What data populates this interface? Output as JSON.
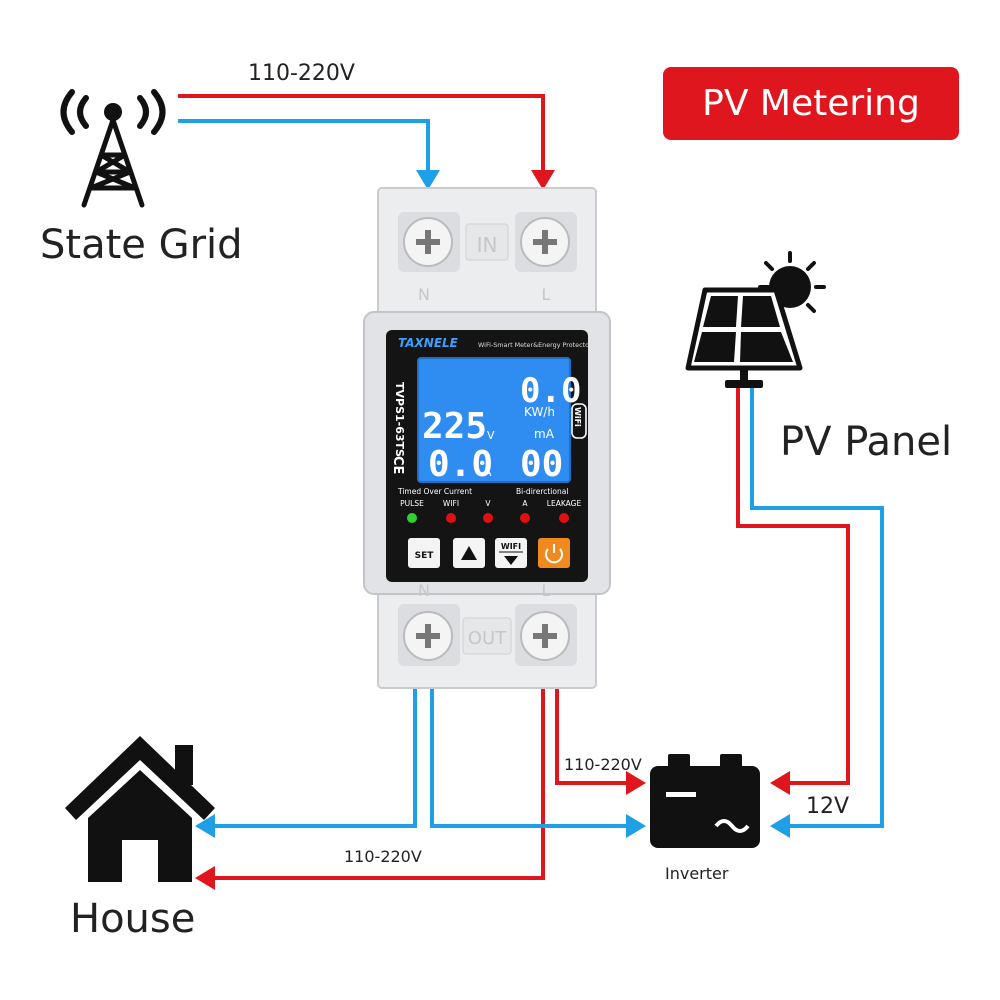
{
  "title_badge": "PV Metering",
  "labels": {
    "state_grid": "State Grid",
    "pv_panel": "PV Panel",
    "house": "House",
    "inverter": "Inverter",
    "voltage_top": "110-220V",
    "voltage_bottom": "110-220V",
    "voltage_inverter": "110-220V",
    "dc_voltage": "12V"
  },
  "device": {
    "brand": "TAXNELE",
    "subtitle": "WiFi-Smart Meter&Energy Protector",
    "model": "TVPS1-63TS",
    "ce_mark": "CE",
    "wifi_badge": "WiFi",
    "terminal_in": "IN",
    "terminal_out": "OUT",
    "terminal_n_top": "N",
    "terminal_l_top": "L",
    "terminal_n_bottom": "N",
    "terminal_l_bottom": "L",
    "lcd": {
      "energy_value": "0.0",
      "energy_unit": "KW/h",
      "voltage_value": "225",
      "voltage_unit": "V",
      "leak_unit": "mA",
      "current_value": "0.0",
      "current_unit": "A",
      "leak_value": "00"
    },
    "indicator_headings": {
      "left": "Timed Over Current",
      "right": "Bi-direrctional"
    },
    "indicators": [
      "PULSE",
      "WIFI",
      "V",
      "A",
      "LEAKAGE"
    ],
    "buttons": {
      "set": "SET",
      "wifi": "WIFI"
    }
  },
  "colors": {
    "live_wire": "#e0161f",
    "neutral_wire": "#1fa0e6",
    "lcd_background": "#2f8cf0",
    "led_green": "#2fd12f",
    "led_red": "#e01010",
    "power_button": "#f08a1e"
  },
  "icons": {
    "grid": "transmission-tower-icon",
    "panel": "solar-panel-icon",
    "house": "house-icon",
    "inverter": "battery-inverter-icon"
  }
}
